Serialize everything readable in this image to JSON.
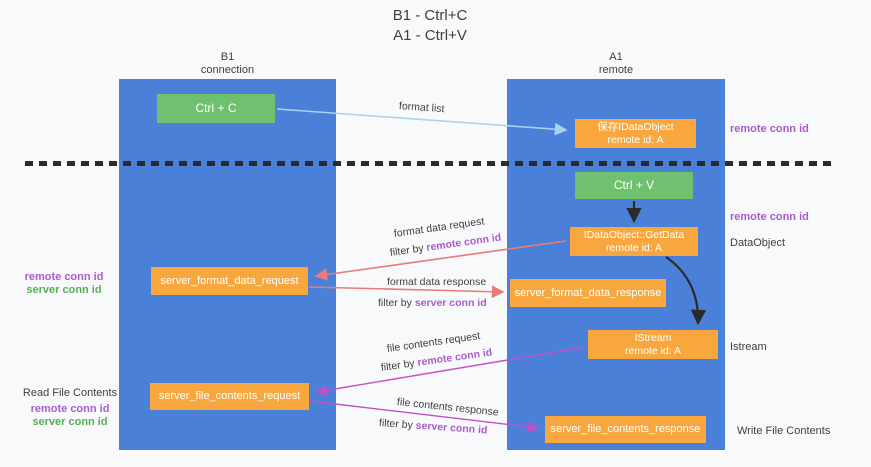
{
  "title": {
    "line1": "B1 - Ctrl+C",
    "line2": "A1 - Ctrl+V"
  },
  "lanes": {
    "left": {
      "name": "B1",
      "role": "connection"
    },
    "right": {
      "name": "A1",
      "role": "remote"
    }
  },
  "boxes": {
    "ctrl_c": {
      "label": "Ctrl + C"
    },
    "ctrl_v": {
      "label": "Ctrl + V"
    },
    "save_dataobject": {
      "line1": "保存IDataObject",
      "line2": "remote id: A"
    },
    "getdata": {
      "line1": "IDataObject::GetData",
      "line2": "remote id: A"
    },
    "istream": {
      "line1": "IStream",
      "line2": "remote id: A"
    },
    "format_request": {
      "label": "server_format_data_request"
    },
    "format_response": {
      "label": "server_format_data_response"
    },
    "file_request": {
      "label": "server_file_contents_request"
    },
    "file_response": {
      "label": "server_file_contents_response"
    }
  },
  "flows": {
    "format_list": {
      "label": "format list"
    },
    "format_data_request": {
      "label": "format data request",
      "filter_prefix": "filter by",
      "filter_key": "remote conn id"
    },
    "format_data_response": {
      "label": "format data response",
      "filter_prefix": "filter by",
      "filter_key": "server conn id"
    },
    "file_contents_request": {
      "label": "file contents request",
      "filter_prefix": "filter by",
      "filter_key": "remote conn id"
    },
    "file_contents_response": {
      "label": "file contents response",
      "filter_prefix": "filter by",
      "filter_key": "server conn id"
    }
  },
  "annotations": {
    "right_top_conn_id": "remote conn id",
    "right_mid_conn_id": "remote conn id",
    "dataobject": "DataObject",
    "istream": "Istream",
    "write_file": "Write File Contents",
    "read_file": "Read File Contents",
    "left_mid_remote": "remote conn id",
    "left_mid_server": "server conn id",
    "left_bottom_remote": "remote conn id",
    "left_bottom_server": "server conn id"
  },
  "colors": {
    "background": "#f8f9fb",
    "lane_blue": "#4a80d8",
    "box_green": "#6fc06f",
    "box_orange": "#f8a73e",
    "arrow_blue": "#a8d3ef",
    "arrow_red": "#e87c79",
    "arrow_magenta": "#c44fc4",
    "arrow_black": "#2b2b2b",
    "text_purple": "#a85ccb",
    "text_green": "#57ae57",
    "text_dark": "#3f3f3f"
  }
}
